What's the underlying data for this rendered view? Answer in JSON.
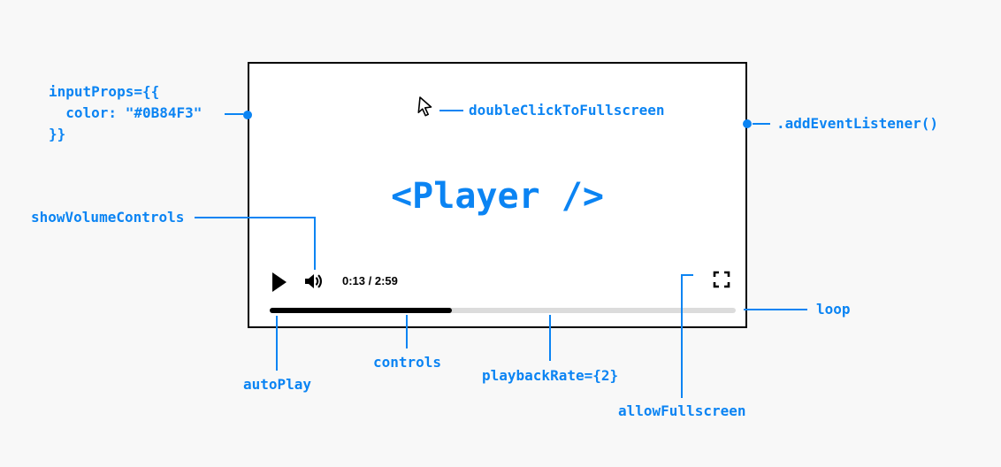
{
  "colors": {
    "accent": "#0B84F3",
    "canvas_bg": "#F8F8F8",
    "player_bg": "#FFFFFF",
    "border": "#000000",
    "track": "#DCDCDC",
    "fill": "#000000"
  },
  "player": {
    "title": "<Player />",
    "time": "0:13 / 2:59",
    "progress_percent": 39
  },
  "icons": {
    "cursor": "mouse-pointer",
    "play": "play-triangle",
    "volume": "speaker-with-sound-waves",
    "fullscreen": "corner-brackets"
  },
  "annotations": {
    "inputProps": "inputProps={{\n  color: \"#0B84F3\"\n}}",
    "doubleClickToFullscreen": "doubleClickToFullscreen",
    "addEventListener": ".addEventListener()",
    "showVolumeControls": "showVolumeControls",
    "loop": "loop",
    "autoPlay": "autoPlay",
    "controls": "controls",
    "playbackRate": "playbackRate={2}",
    "allowFullscreen": "allowFullscreen"
  }
}
